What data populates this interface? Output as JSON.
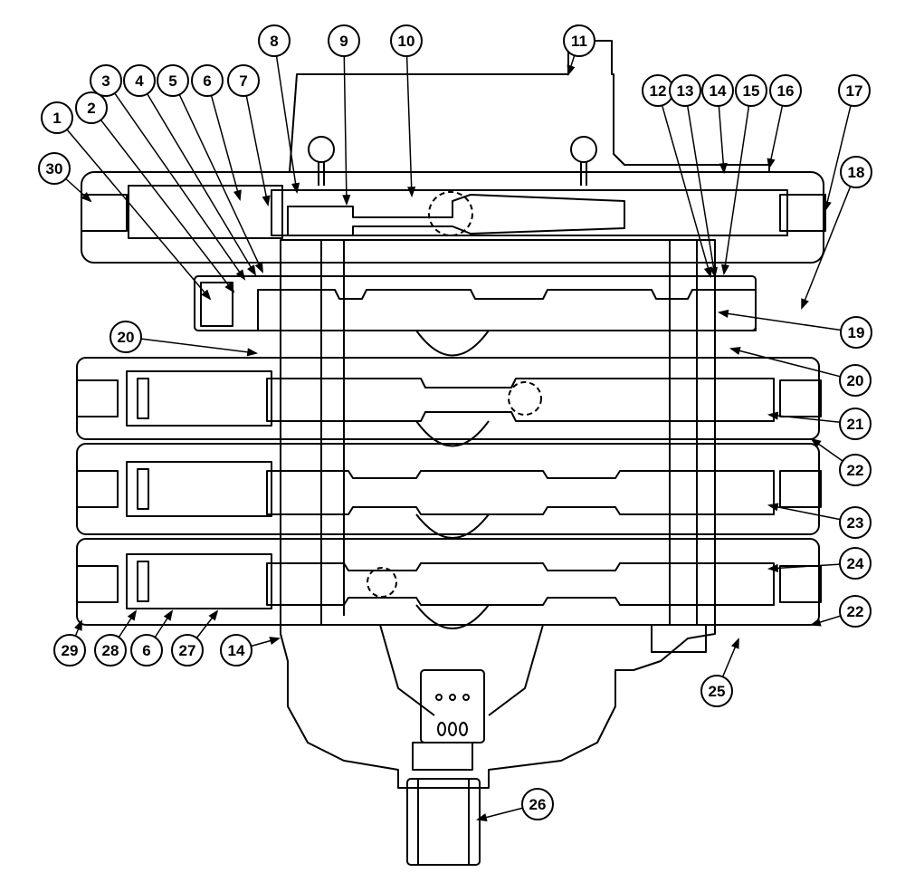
{
  "diagram": {
    "callouts": [
      {
        "id": "c1",
        "label": "1"
      },
      {
        "id": "c2",
        "label": "2"
      },
      {
        "id": "c3",
        "label": "3"
      },
      {
        "id": "c4",
        "label": "4"
      },
      {
        "id": "c5",
        "label": "5"
      },
      {
        "id": "c6a",
        "label": "6"
      },
      {
        "id": "c7",
        "label": "7"
      },
      {
        "id": "c8",
        "label": "8"
      },
      {
        "id": "c9",
        "label": "9"
      },
      {
        "id": "c10",
        "label": "10"
      },
      {
        "id": "c11",
        "label": "11"
      },
      {
        "id": "c12",
        "label": "12"
      },
      {
        "id": "c13",
        "label": "13"
      },
      {
        "id": "c14a",
        "label": "14"
      },
      {
        "id": "c15",
        "label": "15"
      },
      {
        "id": "c16",
        "label": "16"
      },
      {
        "id": "c17",
        "label": "17"
      },
      {
        "id": "c18",
        "label": "18"
      },
      {
        "id": "c19",
        "label": "19"
      },
      {
        "id": "c20a",
        "label": "20"
      },
      {
        "id": "c20b",
        "label": "20"
      },
      {
        "id": "c21",
        "label": "21"
      },
      {
        "id": "c22a",
        "label": "22"
      },
      {
        "id": "c23",
        "label": "23"
      },
      {
        "id": "c24",
        "label": "24"
      },
      {
        "id": "c22b",
        "label": "22"
      },
      {
        "id": "c25",
        "label": "25"
      },
      {
        "id": "c26",
        "label": "26"
      },
      {
        "id": "c29",
        "label": "29"
      },
      {
        "id": "c28",
        "label": "28"
      },
      {
        "id": "c6b",
        "label": "6"
      },
      {
        "id": "c27",
        "label": "27"
      },
      {
        "id": "c14b",
        "label": "14"
      },
      {
        "id": "c30",
        "label": "30"
      }
    ]
  }
}
